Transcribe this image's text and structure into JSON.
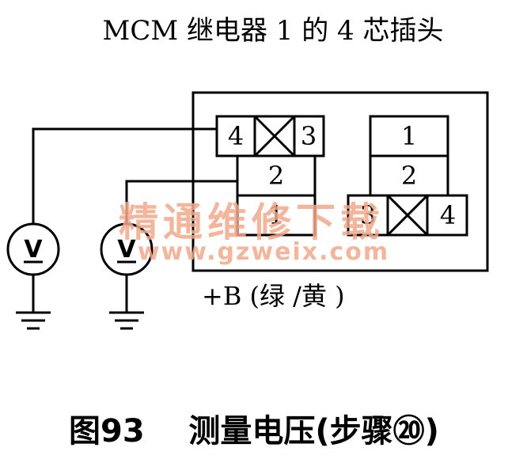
{
  "title": "MCM 继电器 1 的 4 芯插头",
  "connector_left": {
    "top_row": [
      "4",
      "3"
    ],
    "middle": "2",
    "bottom": "1"
  },
  "connector_right": {
    "top": "1",
    "middle": "2",
    "bottom_row": [
      "3",
      "4"
    ]
  },
  "meter_symbol": "V",
  "terminal_label": "+B (绿 /黄 )",
  "caption": "图93    测量电压(步骤⑳)",
  "watermark": {
    "chinese": "精通维修下载",
    "url": "www.gzweix.com",
    "color": "#f2a98a"
  }
}
